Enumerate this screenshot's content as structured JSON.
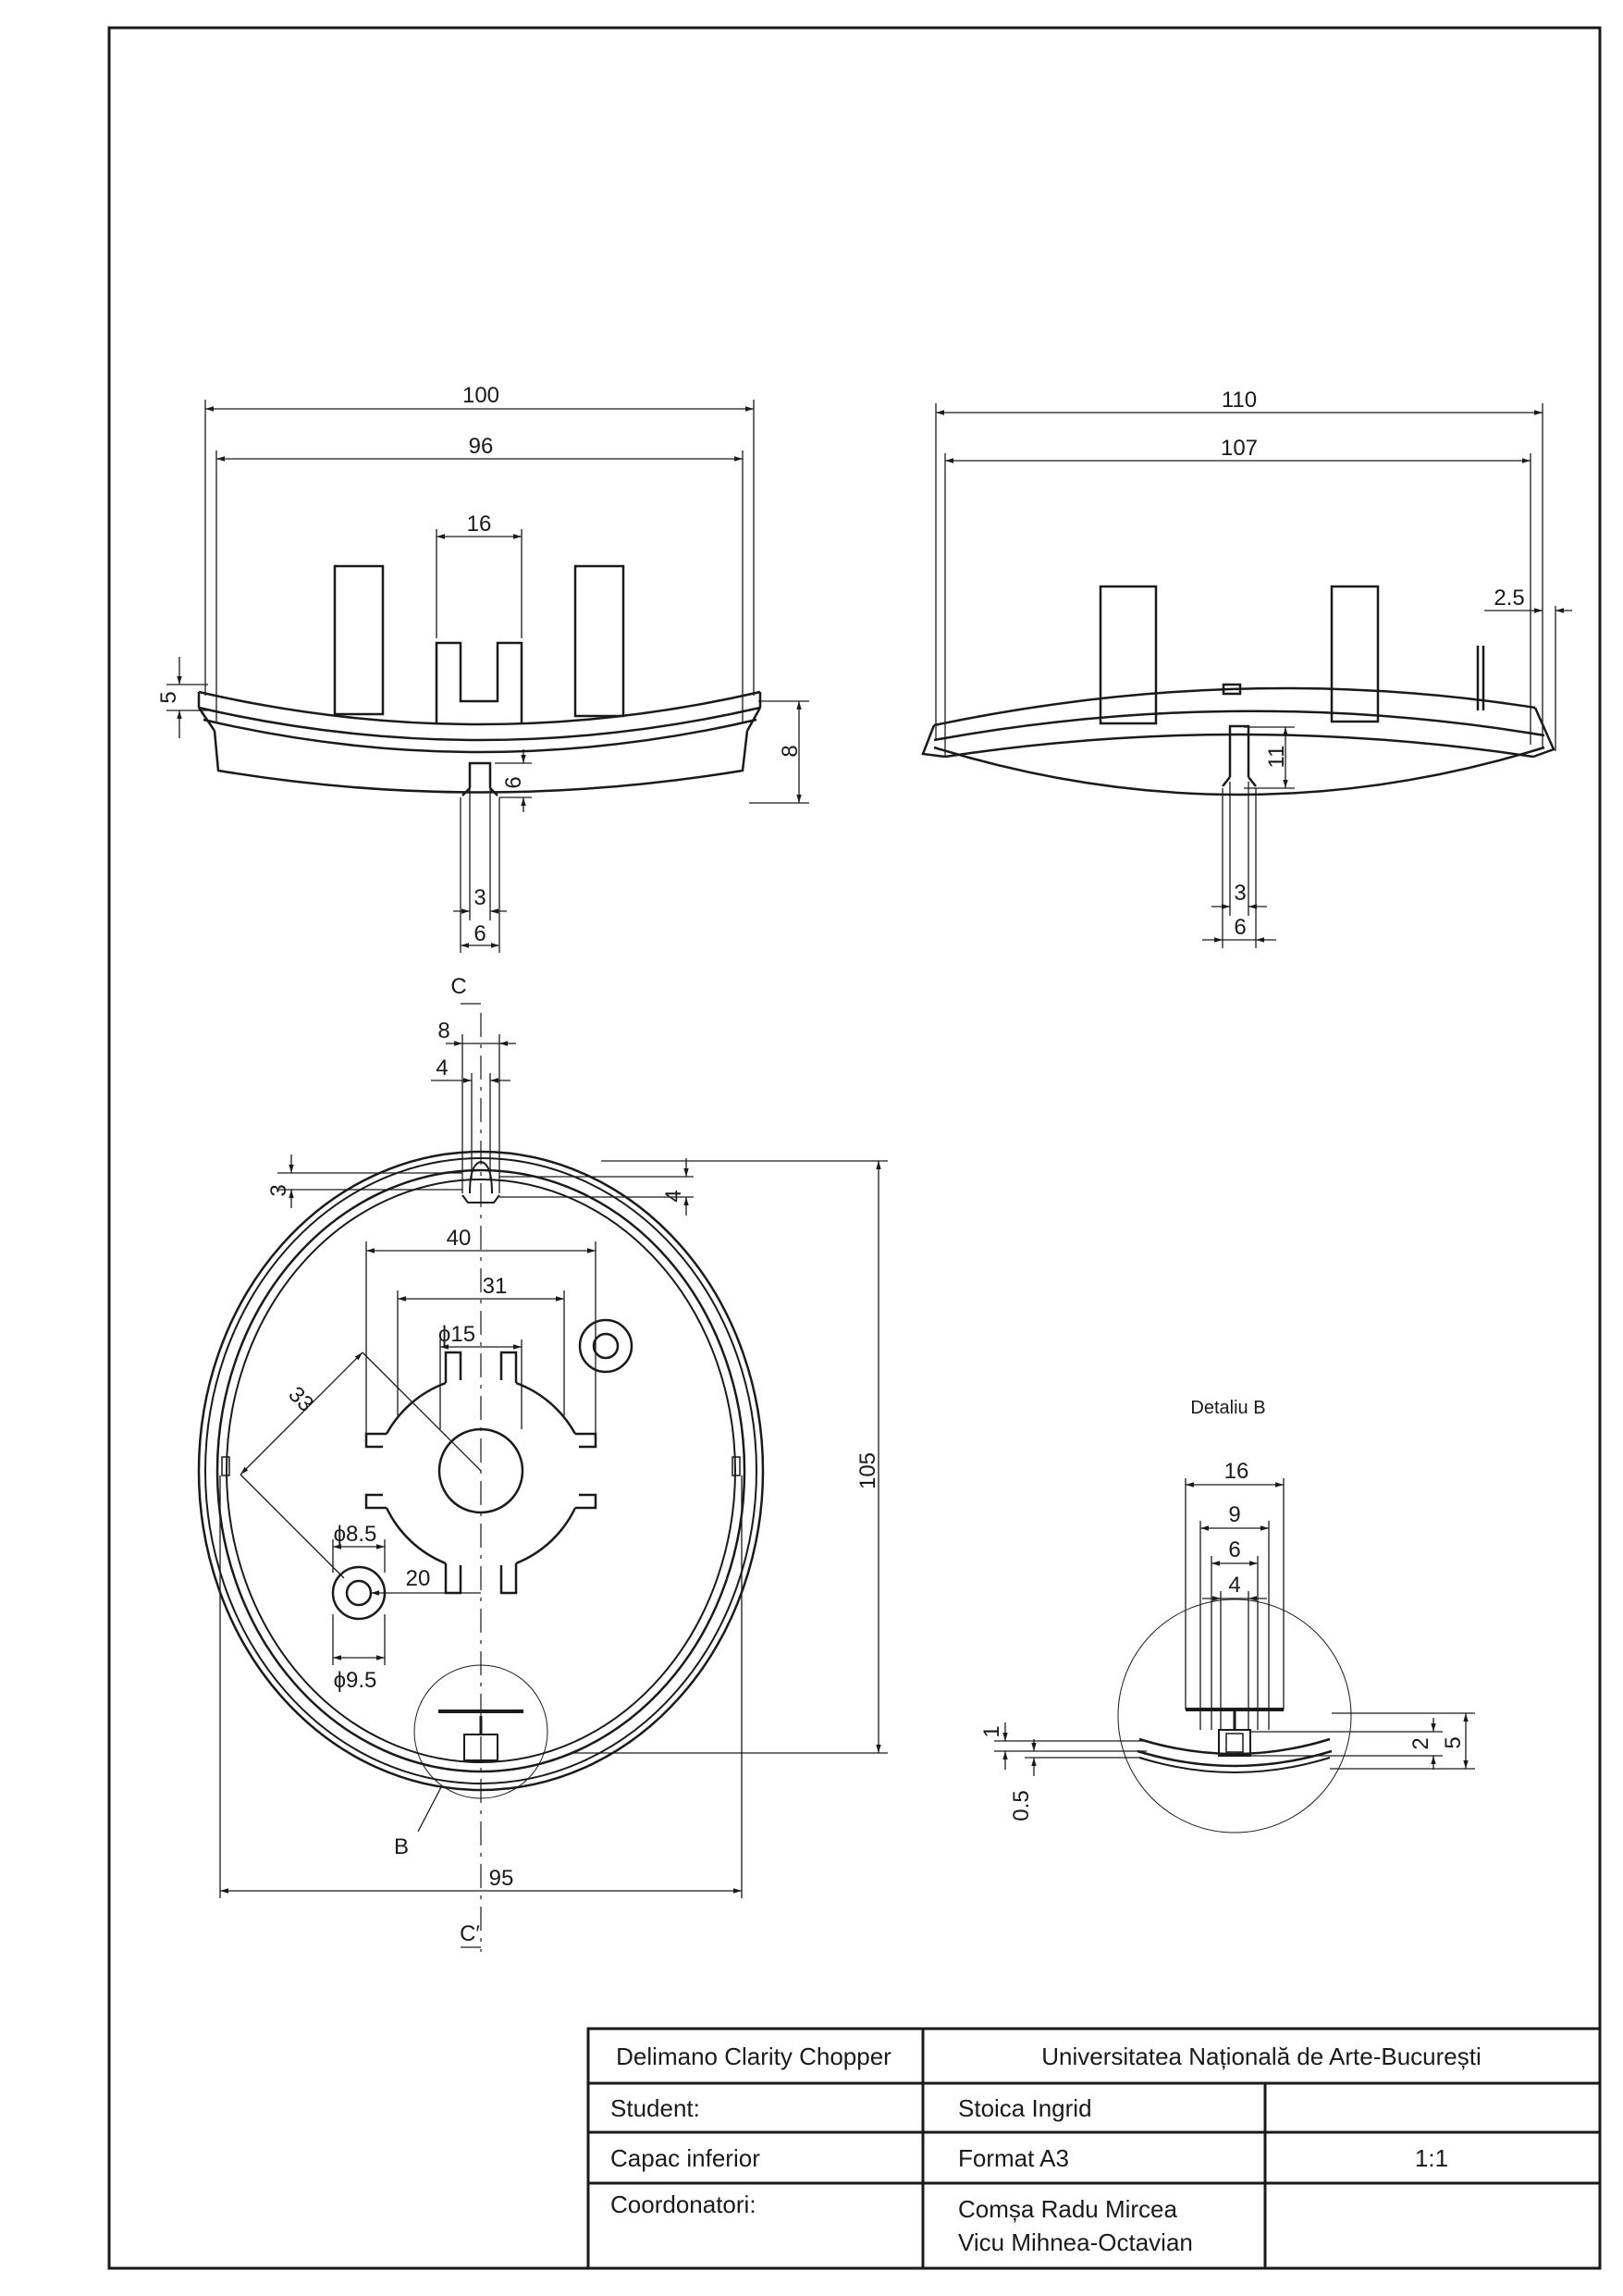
{
  "views": {
    "front": {
      "dims": {
        "width_outer": "100",
        "width_inner": "96",
        "slot_width": "16",
        "rim_height": "5",
        "base_height": "8",
        "pin_height": "6",
        "pin_small": "3",
        "pin_large": "6"
      }
    },
    "side": {
      "dims": {
        "width_outer": "110",
        "width_inner": "107",
        "tab_offset": "2.5",
        "height": "11",
        "pin_small": "3",
        "pin_large": "6"
      }
    },
    "top": {
      "section_top": "C",
      "section_bottom": "C′",
      "detail_label": "B",
      "dims": {
        "notch_outer": "8",
        "notch_inner": "4",
        "gap_left": "3",
        "gap_right": "4",
        "hub_width": "40",
        "inner_width": "31",
        "bore_dia": "ϕ15",
        "radial": "33",
        "hole_dia_small": "ϕ8.5",
        "hole_offset": "20",
        "hole_dia_large": "ϕ9.5",
        "overall_height": "105",
        "overall_width": "95"
      }
    },
    "detail": {
      "title": "Detaliu B",
      "dims": {
        "d16": "16",
        "d9": "9",
        "d6": "6",
        "d4": "4",
        "d1": "1",
        "d05": "0.5",
        "d2": "2",
        "d5": "5"
      }
    }
  },
  "title_block": {
    "product": "Delimano Clarity Chopper",
    "university": "Universitatea Națională de Arte-București",
    "student_label": "Student:",
    "student_name": "Stoica Ingrid",
    "part_name": "Capac inferior",
    "format": "Format A3",
    "scale": "1:1",
    "coord_label": "Coordonatori:",
    "coord_1": "Comșa Radu Mircea",
    "coord_2": "Vicu Mihnea-Octavian"
  }
}
